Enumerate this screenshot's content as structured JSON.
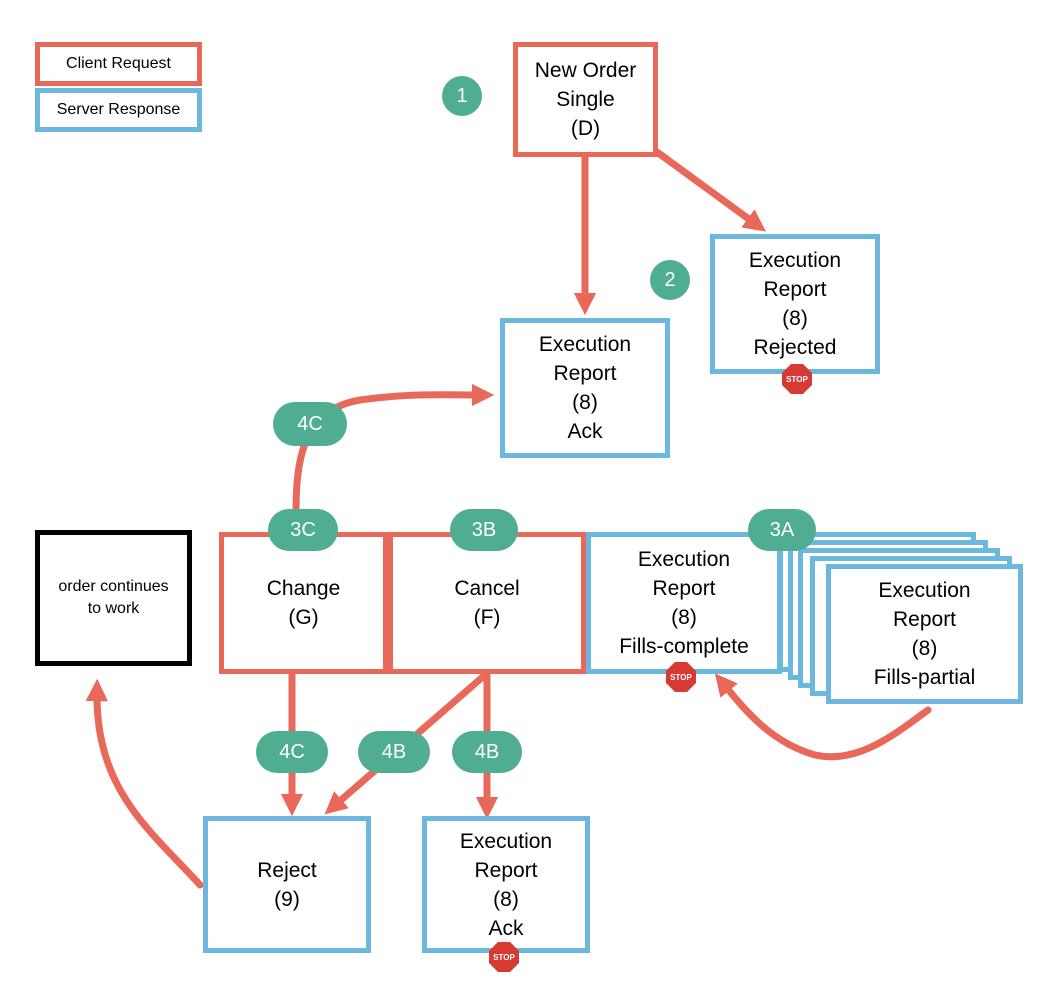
{
  "colors": {
    "request": "#e8685a",
    "response": "#6bb7dd",
    "badge": "#4fae91",
    "stop": "#d63a33"
  },
  "legend": {
    "client_request": "Client Request",
    "server_response": "Server Response"
  },
  "steps": {
    "one": "1",
    "two": "2"
  },
  "nodes": {
    "new_order": [
      "New Order",
      "Single",
      "(D)"
    ],
    "exec_rejected": [
      "Execution",
      "Report",
      "(8)",
      "Rejected"
    ],
    "exec_ack": [
      "Execution",
      "Report",
      "(8)",
      "Ack"
    ],
    "order_continues": [
      "order continues",
      "to work"
    ],
    "change": [
      "Change",
      "(G)"
    ],
    "cancel": [
      "Cancel",
      "(F)"
    ],
    "fills_complete": [
      "Execution",
      "Report",
      "(8)",
      "Fills-complete"
    ],
    "fills_partial": [
      "Execution",
      "Report",
      "(8)",
      "Fills-partial"
    ],
    "reject": [
      "Reject",
      "(9)"
    ],
    "exec_ack_bottom": [
      "Execution",
      "Report",
      "(8)",
      "Ack"
    ]
  },
  "badges": {
    "b4c_top": "4C",
    "b3c": "3C",
    "b3b": "3B",
    "b3a": "3A",
    "b4c_bottom": "4C",
    "b4b_left": "4B",
    "b4b_right": "4B"
  },
  "stop_label": "STOP"
}
